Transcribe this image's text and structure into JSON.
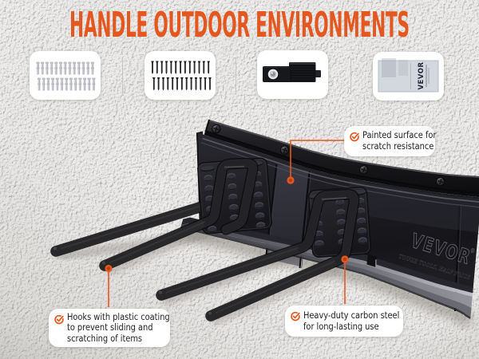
{
  "colors": {
    "accent": "#E4571F",
    "accent-deep": "#C44715",
    "wall": "#E9E7E5",
    "ink": "#232323",
    "paper": "#FFFFFF"
  },
  "title": "HANDLE OUTDOOR ENVIRONMENTS",
  "kit": {
    "items": [
      {
        "id": "wall-anchors",
        "rows": 2,
        "per_row": 13
      },
      {
        "id": "mounting-screws",
        "rows": 2,
        "per_row": 13
      },
      {
        "id": "connector-bracket",
        "rows": 1,
        "per_row": 1
      },
      {
        "id": "instruction-manual",
        "rows": 1,
        "per_row": 1
      }
    ]
  },
  "callouts": {
    "painted_surface": {
      "lines": [
        "Painted surface for",
        "scratch resistance"
      ]
    },
    "hooks_coating": {
      "lines": [
        "Hooks with plastic coating",
        "to prevent sliding and",
        "scratching of items"
      ]
    },
    "carbon_steel": {
      "lines": [
        "Heavy-duty carbon steel",
        "for long-lasting use"
      ]
    }
  },
  "brand": {
    "logo": "VEVOR",
    "registered": "®",
    "tagline": "TOUGH TOOLS, HALF PRICE"
  }
}
